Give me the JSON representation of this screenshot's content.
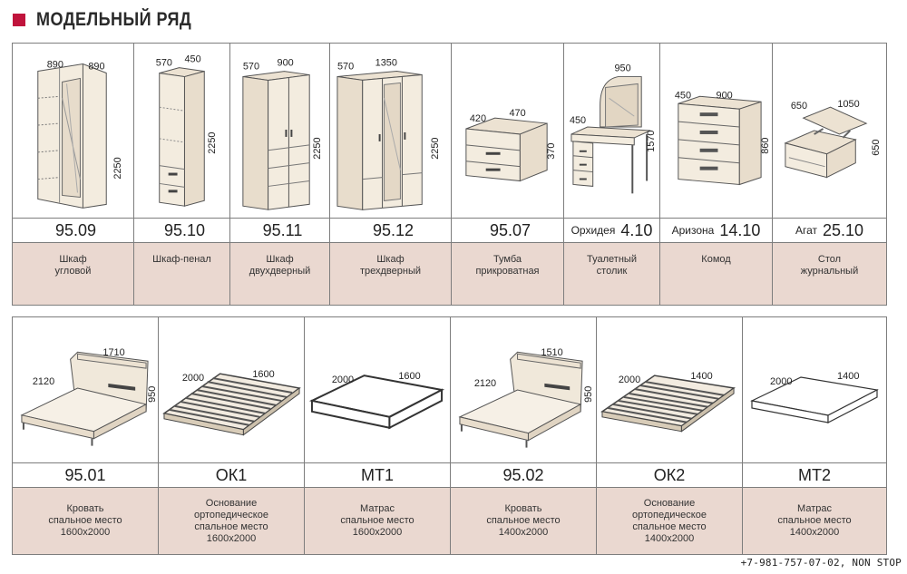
{
  "header": {
    "title": "МОДЕЛЬНЫЙ РЯД"
  },
  "row1": [
    {
      "code": "95.09",
      "prefix": "",
      "label": "Шкаф\nугловой",
      "dims": [
        "890",
        "890",
        "2250"
      ]
    },
    {
      "code": "95.10",
      "prefix": "",
      "label": "Шкаф-пенал",
      "dims": [
        "570",
        "450",
        "2250"
      ]
    },
    {
      "code": "95.11",
      "prefix": "",
      "label": "Шкаф\nдвухдверный",
      "dims": [
        "570",
        "900",
        "2250"
      ]
    },
    {
      "code": "95.12",
      "prefix": "",
      "label": "Шкаф\nтрехдверный",
      "dims": [
        "570",
        "1350",
        "2250"
      ]
    },
    {
      "code": "95.07",
      "prefix": "",
      "label": "Тумба\nприкроватная",
      "dims": [
        "420",
        "470",
        "370"
      ]
    },
    {
      "code": "4.10",
      "prefix": "Орхидея",
      "label": "Туалетный\nстолик",
      "dims": [
        "950",
        "450",
        "1570"
      ]
    },
    {
      "code": "14.10",
      "prefix": "Аризона",
      "label": "Комод",
      "dims": [
        "450",
        "900",
        "860"
      ]
    },
    {
      "code": "25.10",
      "prefix": "Агат",
      "label": "Стол\nжурнальный",
      "dims": [
        "650",
        "1050",
        "650"
      ]
    }
  ],
  "row2": [
    {
      "code": "95.01",
      "label": "Кровать\nспальное место\n1600х2000",
      "dims": [
        "1710",
        "2120",
        "950"
      ]
    },
    {
      "code": "ОК1",
      "label": "Основание\nортопедическое\nспальное место\n1600х2000",
      "dims": [
        "2000",
        "1600"
      ]
    },
    {
      "code": "МТ1",
      "label": "Матрас\nспальное место\n1600х2000",
      "dims": [
        "2000",
        "1600"
      ]
    },
    {
      "code": "95.02",
      "label": "Кровать\nспальное место\n1400х2000",
      "dims": [
        "1510",
        "2120",
        "950"
      ]
    },
    {
      "code": "ОК2",
      "label": "Основание\nортопедическое\nспальное место\n1400х2000",
      "dims": [
        "2000",
        "1400"
      ]
    },
    {
      "code": "МТ2",
      "label": "Матрас\nспальное место\n1400х2000",
      "dims": [
        "2000",
        "1400"
      ]
    }
  ],
  "footer": {
    "text": "+7-981-757-07-02, NON STOP"
  }
}
